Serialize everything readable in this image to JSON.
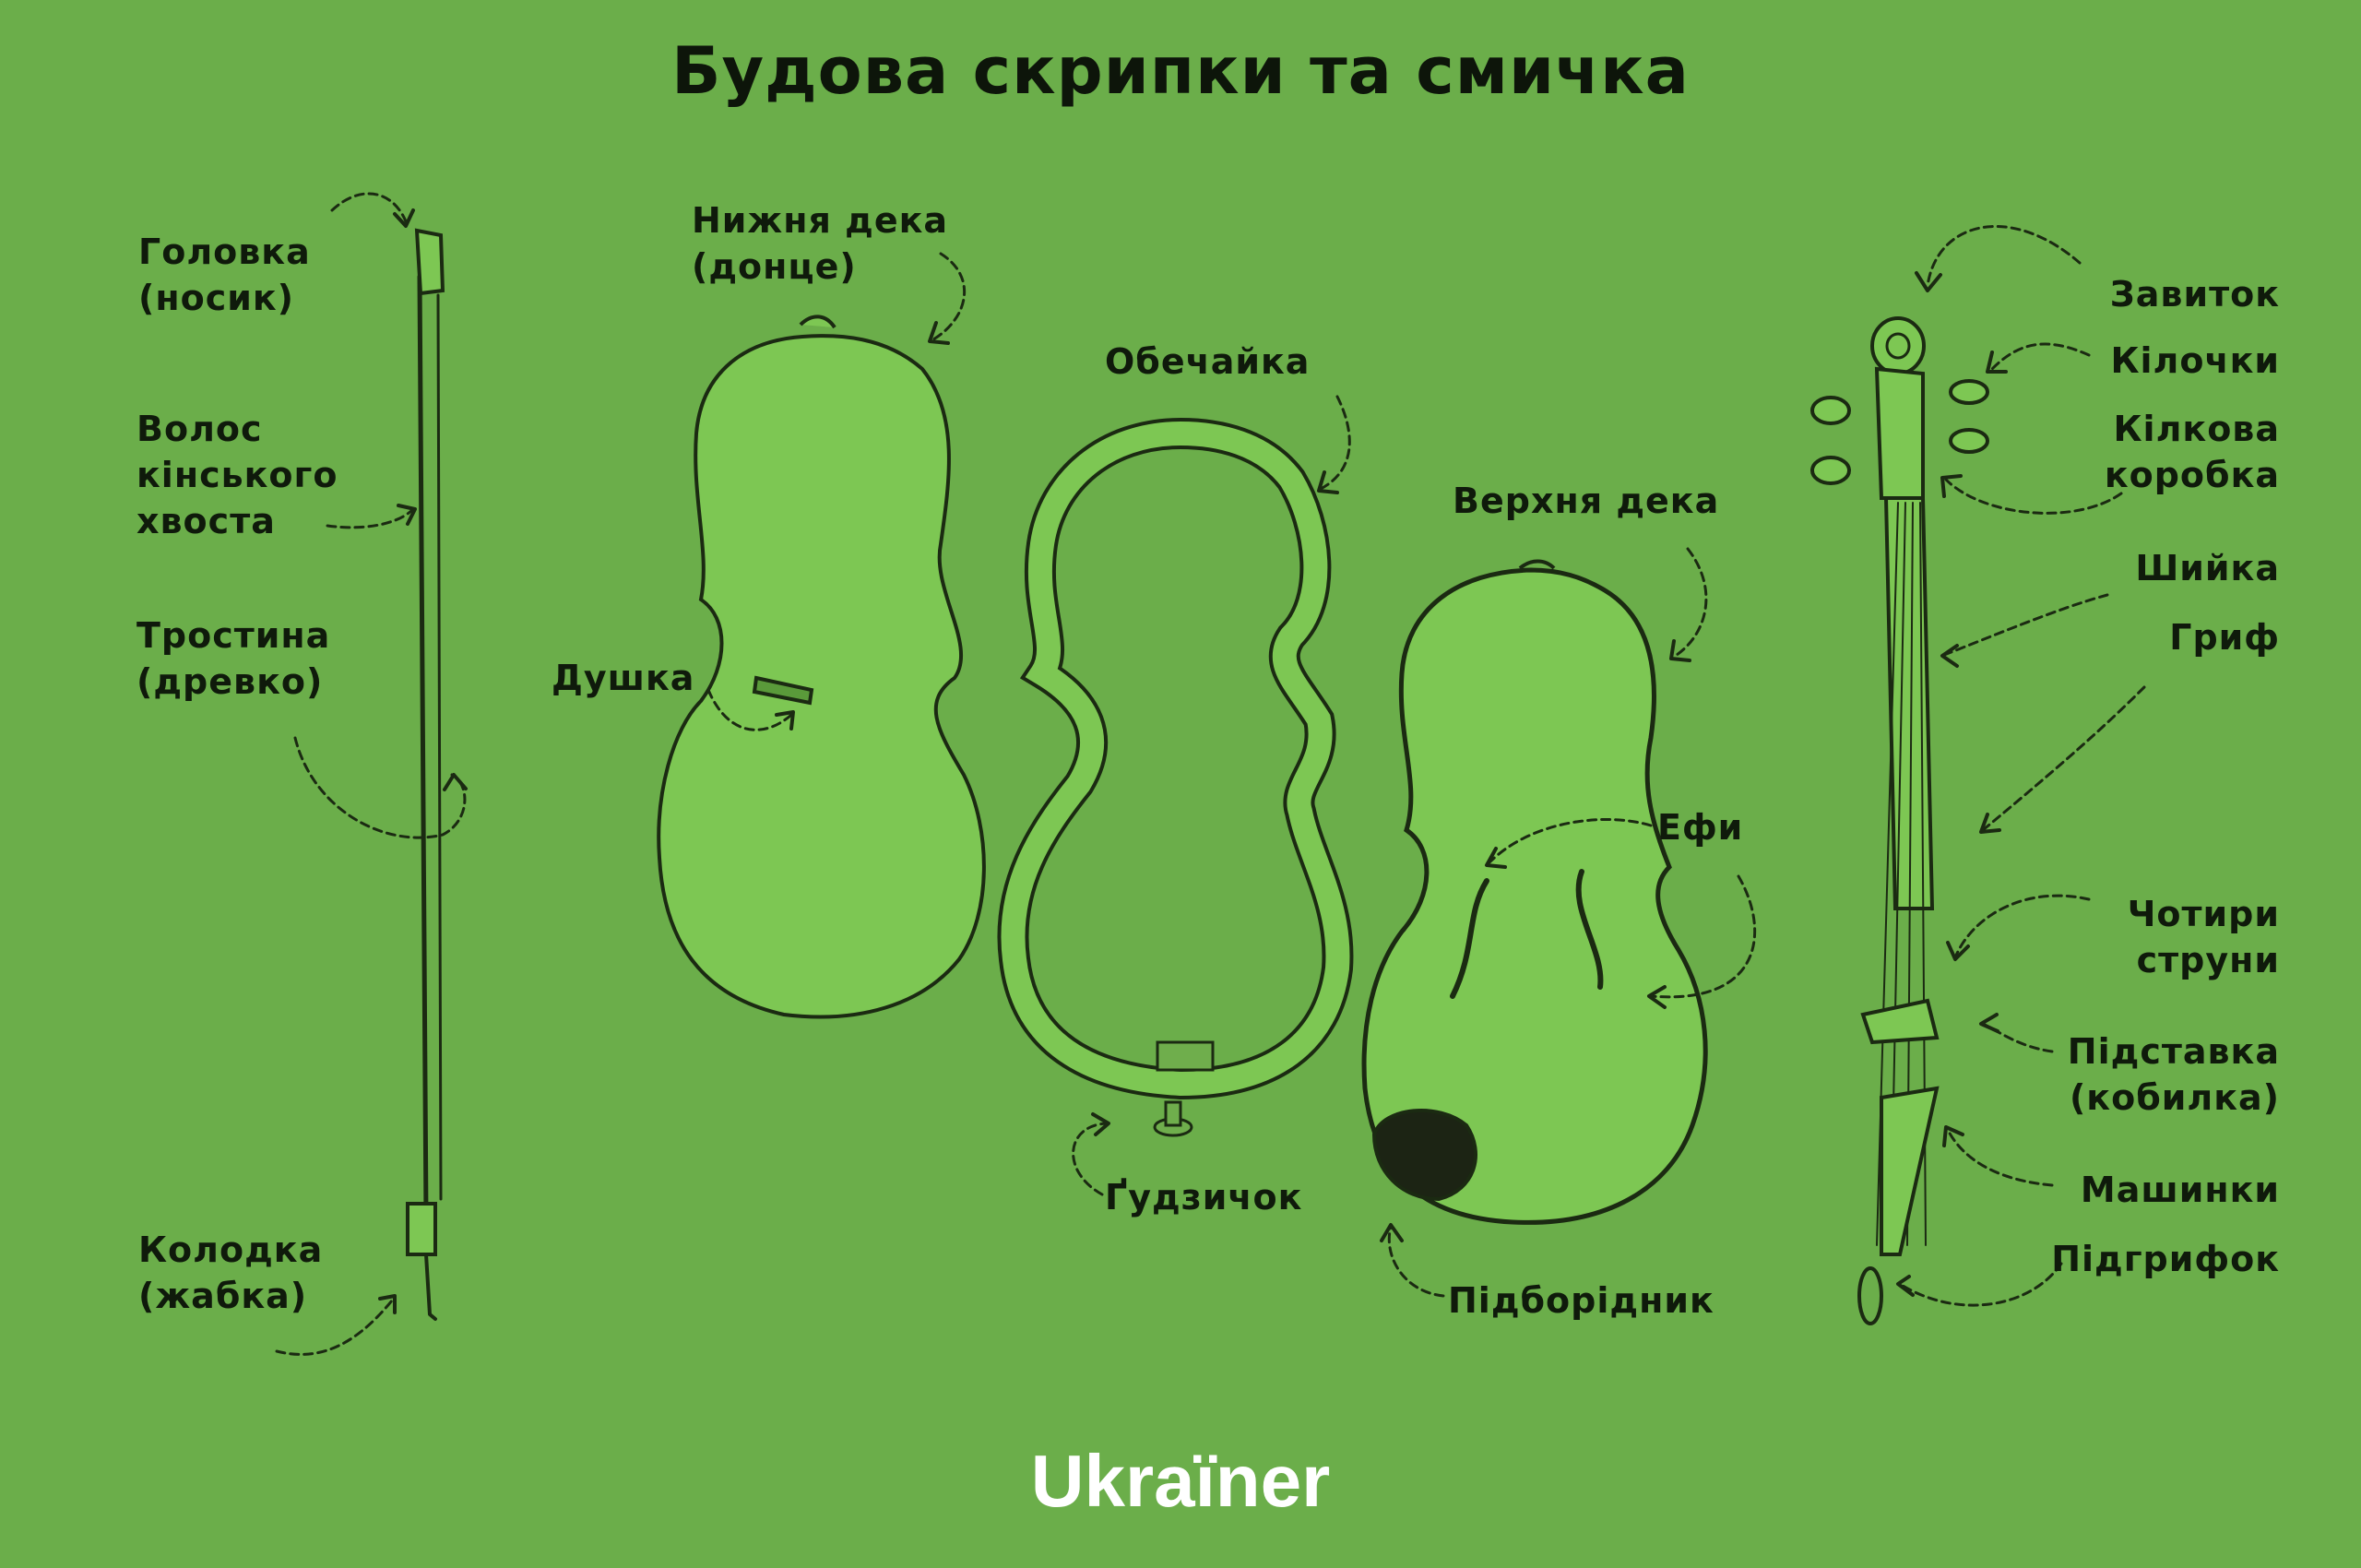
{
  "title": "Будова скрипки та смичка",
  "brand": "Ukraïner",
  "colors": {
    "background": "#6bae4a",
    "part_fill": "#7dc753",
    "ink": "#1b2a12"
  },
  "labels": {
    "bow_head": "Головка\n(носик)",
    "bow_hair": "Волос\nкінського\nхвоста",
    "bow_stick": "Тростина\n(древко)",
    "bow_frog": "Колодка\n(жабка)",
    "back_plate": "Нижня дека\n(донце)",
    "soundpost": "Душка",
    "ribs": "Обечайка",
    "end_button": "Ґудзичок",
    "top_plate": "Верхня дека",
    "f_holes": "Ефи",
    "chinrest": "Підборідник",
    "scroll": "Завиток",
    "pegs": "Кілочки",
    "pegbox": "Кілкова\nкоробка",
    "neck": "Шийка",
    "fingerboard": "Гриф",
    "strings": "Чотири\nструни",
    "bridge": "Підставка\n(кобилка)",
    "fine_tuners": "Машинки",
    "tailpiece": "Підгрифок"
  }
}
